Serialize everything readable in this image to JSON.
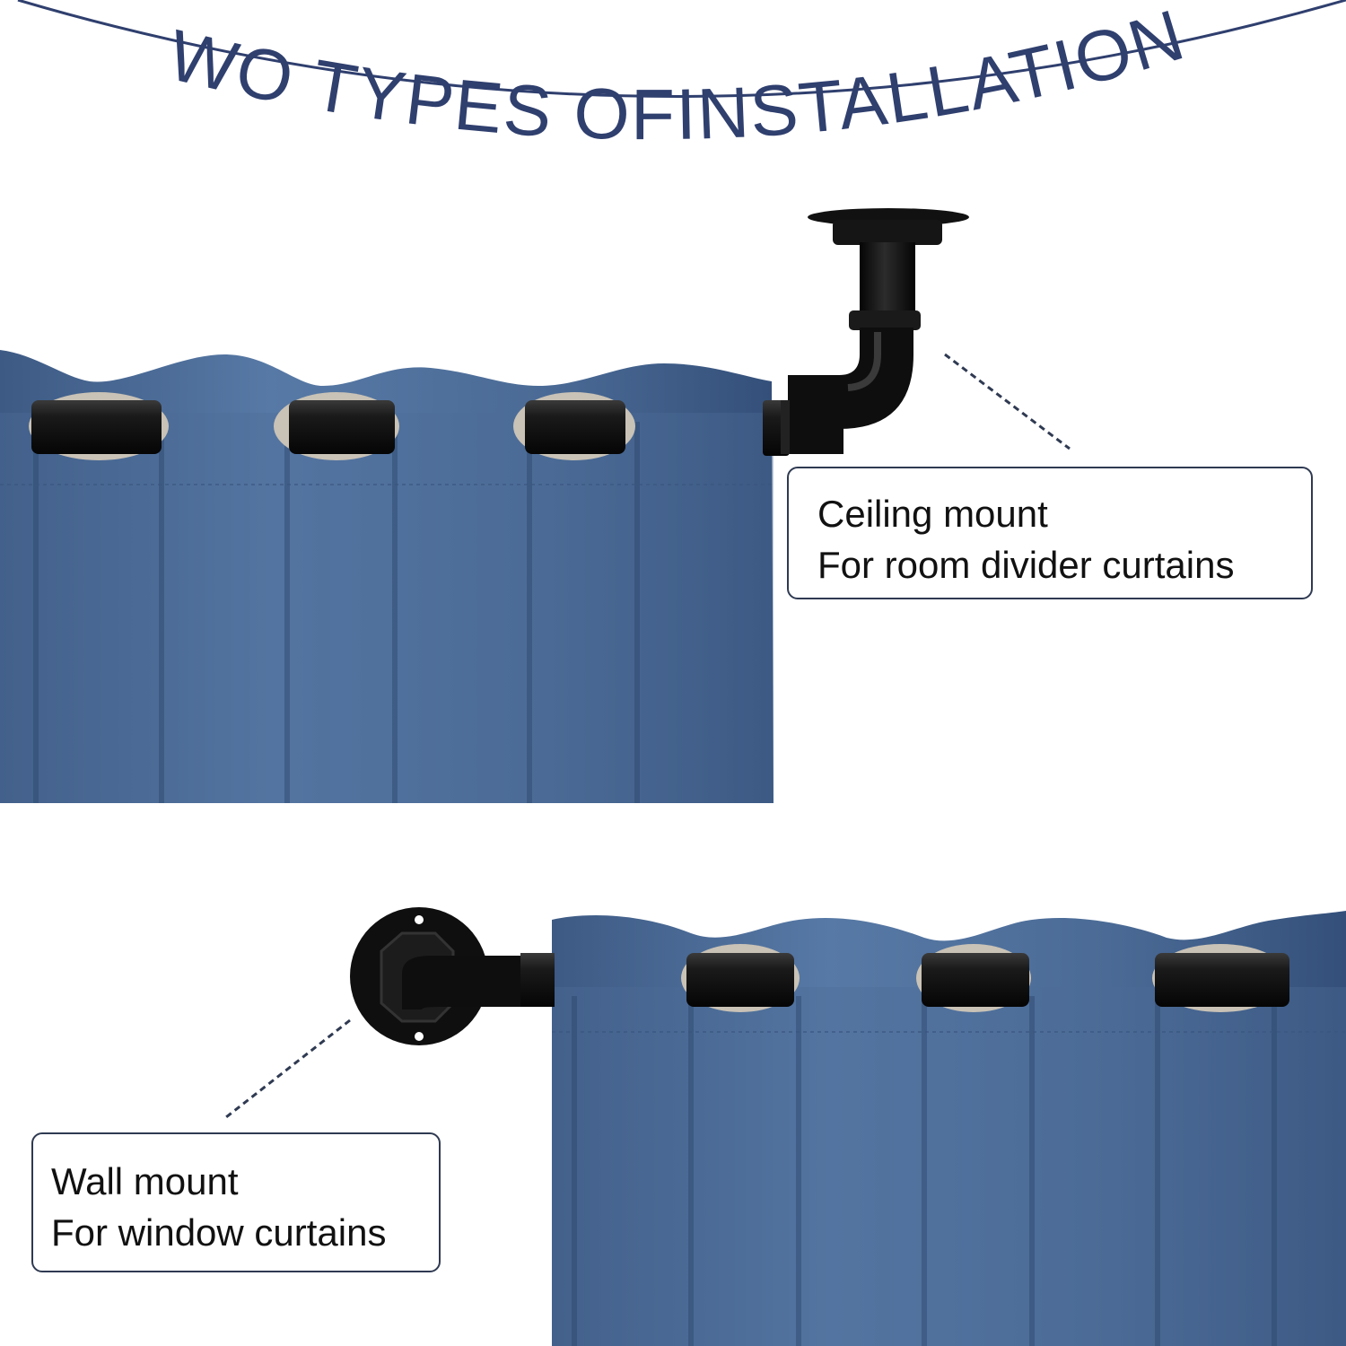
{
  "title": "TWO TYPES OFINSTALLATION",
  "ceiling": {
    "line1": "Ceiling mount",
    "line2": "For room divider curtains"
  },
  "wall": {
    "line1": "Wall mount",
    "line2": "For window curtains"
  },
  "colors": {
    "accent": "#2f3f6e",
    "curtain": "#4d6d97",
    "curtain_dark": "#3b5880",
    "hardware": "#0d0d0d",
    "callout_border": "#2f3a52"
  }
}
